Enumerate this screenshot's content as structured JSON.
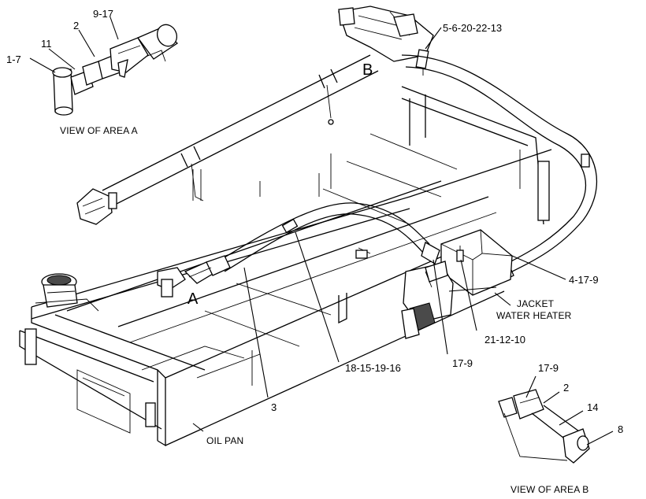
{
  "callouts": {
    "c_1_7": "1-7",
    "c_11": "11",
    "c_2_top": "2",
    "c_9_17": "9-17",
    "c_5_6_20_22_13": "5-6-20-22-13",
    "c_4_17_9": "4-17-9",
    "c_21_12_10": "21-12-10",
    "c_17_9_mid": "17-9",
    "c_18_15_19_16": "18-15-19-16",
    "c_3": "3",
    "c_17_9_b": "17-9",
    "c_2_b": "2",
    "c_14": "14",
    "c_8": "8"
  },
  "area_labels": {
    "a": "A",
    "b": "B"
  },
  "captions": {
    "view_a": "VIEW OF AREA  A",
    "view_b": "VIEW OF AREA  B",
    "oil_pan": "OIL PAN",
    "jacket_line1": "JACKET",
    "jacket_line2": "WATER HEATER"
  }
}
